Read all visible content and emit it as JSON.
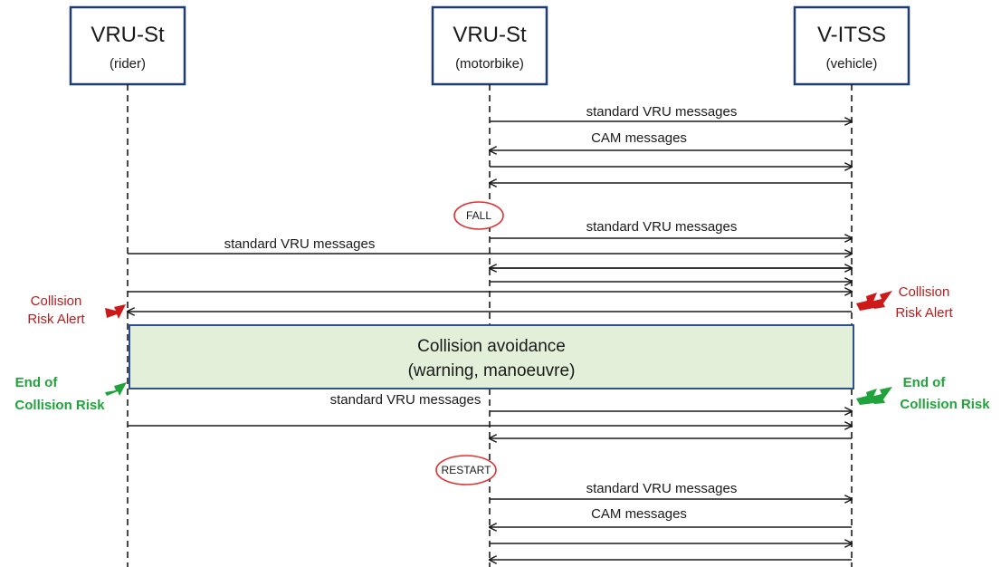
{
  "colors": {
    "lifeline": "#1a1a1a",
    "header_border": "#1f3b73",
    "box_fill": "#e2efd9",
    "box_border": "#2f4f8f",
    "event_oval": "#e03030",
    "alert_red": "#b81c1c",
    "end_green": "#1fa33a"
  },
  "participants": [
    {
      "name": "VRU-St",
      "role": "(rider)"
    },
    {
      "name": "VRU-St",
      "role": "(motorbike)"
    },
    {
      "name": "V-ITSS",
      "role": "(vehicle)"
    }
  ],
  "labels": {
    "standard_vru_1": "standard VRU messages",
    "cam_1": "CAM messages",
    "standard_vru_2": "standard VRU messages",
    "standard_vru_rider": "standard VRU messages",
    "standard_vru_3": "standard VRU messages",
    "standard_vru_4": "standard VRU messages",
    "cam_2": "CAM messages"
  },
  "events": {
    "fall": "FALL",
    "restart": "RESTART"
  },
  "collision_box": {
    "line1": "Collision avoidance",
    "line2": "(warning, manoeuvre)"
  },
  "alerts": {
    "left_collision": [
      "Collision",
      "Risk Alert"
    ],
    "right_collision": [
      "Collision",
      "Risk Alert"
    ],
    "left_end": [
      "End of",
      "Collision Risk"
    ],
    "right_end": [
      "End of",
      "Collision Risk"
    ]
  }
}
